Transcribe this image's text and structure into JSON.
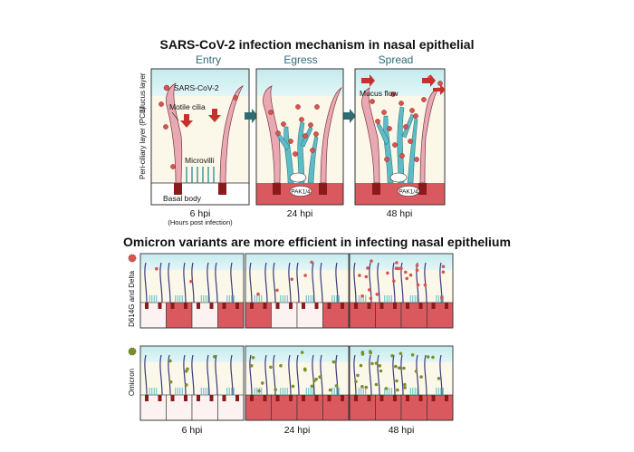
{
  "top_title": "SARS-CoV-2 infection mechanism in nasal epithelial",
  "stages": [
    "Entry",
    "Egress",
    "Spread"
  ],
  "side_labels": {
    "mucus": "Mucus layer",
    "pcl": "Peri-ciliary layer (PCL)"
  },
  "labels": {
    "virus": "SARS-CoV-2",
    "cilia": "Motile cilia",
    "microvilli": "Microvilli",
    "basal": "Basal body",
    "flow": "Mucus flow",
    "pak": "PAK1/4"
  },
  "top_times": [
    "6 hpi",
    "24 hpi",
    "48 hpi"
  ],
  "top_time_note": "(Hours post infection)",
  "bottom_title": "Omicron variants are more efficient in infecting nasal epithelium",
  "variants": [
    "D614G and Delta",
    "Omicron"
  ],
  "bottom_times": [
    "6 hpi",
    "24 hpi",
    "48 hpi"
  ],
  "colors": {
    "mucus": "#cfeef0",
    "pcl": "#fbf8ea",
    "cell": "#d9595f",
    "cilia": "#e8a9b3",
    "microvilli": "#5fbcc6",
    "virus_red": "#d9534f",
    "virus_green": "#7b8f2a",
    "arrow": "#2f6b72"
  }
}
